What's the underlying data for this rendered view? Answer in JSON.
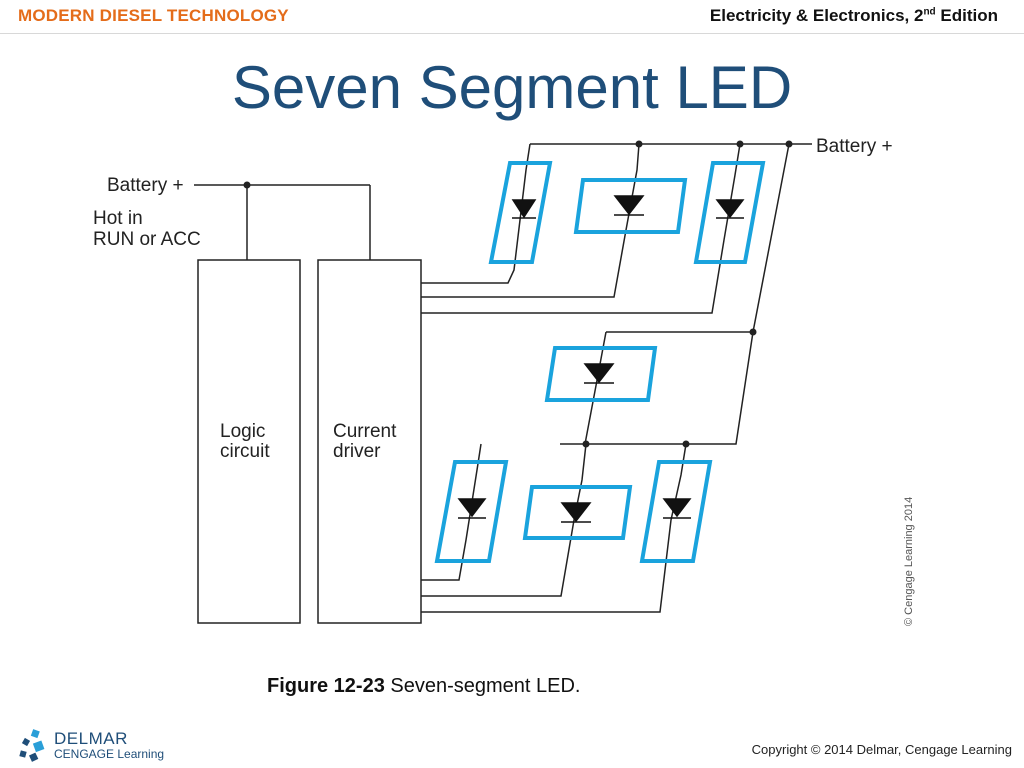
{
  "header": {
    "series_title": "MODERN DIESEL TECHNOLOGY",
    "book_title_prefix": "Electricity & Electronics, 2",
    "book_title_sup": "nd",
    "book_title_suffix": " Edition"
  },
  "slide": {
    "title": "Seven Segment LED"
  },
  "diagram": {
    "battery_left": "Battery +",
    "hot_line1": "Hot in",
    "hot_line2": "RUN or ACC",
    "battery_right": "Battery +",
    "logic_line1": "Logic",
    "logic_line2": "circuit",
    "driver_line1": "Current",
    "driver_line2": "driver",
    "credit": "© Cengage Learning 2014",
    "segment_color": "#1aa3dd",
    "wire_color": "#222222"
  },
  "caption": {
    "figure_number": "Figure 12-23",
    "text": " Seven-segment LED."
  },
  "footer": {
    "logo_name": "DELMAR",
    "logo_sub": "CENGAGE Learning",
    "copyright": "Copyright © 2014 Delmar, Cengage Learning"
  }
}
